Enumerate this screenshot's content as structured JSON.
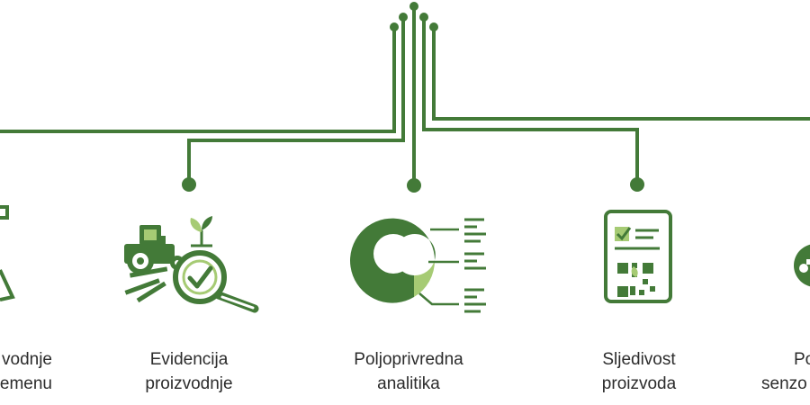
{
  "colors": {
    "primary": "#437a38",
    "light": "#a6cb74"
  },
  "items": [
    {
      "line1": "vodnje",
      "line2": "emenu",
      "icon": "field-map-icon"
    },
    {
      "line1": "Evidencija",
      "line2": "proizvodnje",
      "icon": "tractor-inspection-icon"
    },
    {
      "line1": "Poljoprivredna",
      "line2": "analitika",
      "icon": "donut-chart-icon"
    },
    {
      "line1": "Sljedivost",
      "line2": "proizvoda",
      "icon": "qr-document-icon"
    },
    {
      "line1": "Po",
      "line2": "senzo",
      "icon": "sensor-tractor-icon"
    }
  ]
}
